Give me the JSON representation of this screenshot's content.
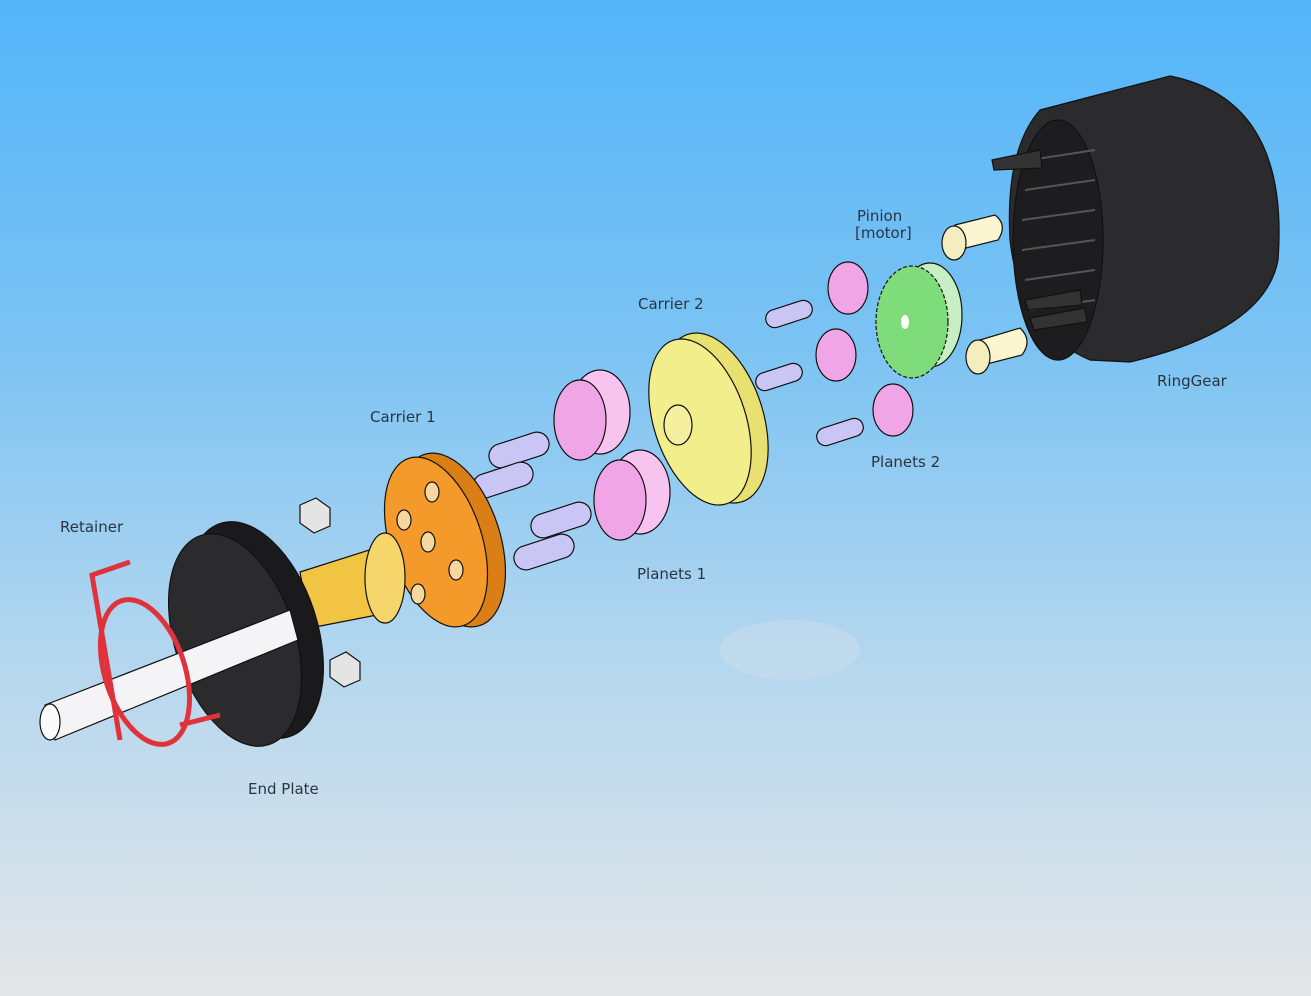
{
  "labels": {
    "retainer": "Retainer",
    "end_plate": "End Plate",
    "carrier1": "Carrier 1",
    "carrier2": "Carrier 2",
    "planets1": "Planets 1",
    "planets2": "Planets 2",
    "pinion_line1": "Pinion",
    "pinion_line2": "[motor]",
    "ring_gear": "RingGear"
  },
  "colors": {
    "ring_gear": "#2b2b2d",
    "end_plate": "#262628",
    "retainer": "#e0323a",
    "carrier1": "#f39a2a",
    "carrier2": "#f3ee8c",
    "planets": "#f0a6e6",
    "pins": "#c9c6f6",
    "pinion": "#7fdc7a",
    "hub": "#f2c443",
    "screws": "#fbf6cf"
  }
}
